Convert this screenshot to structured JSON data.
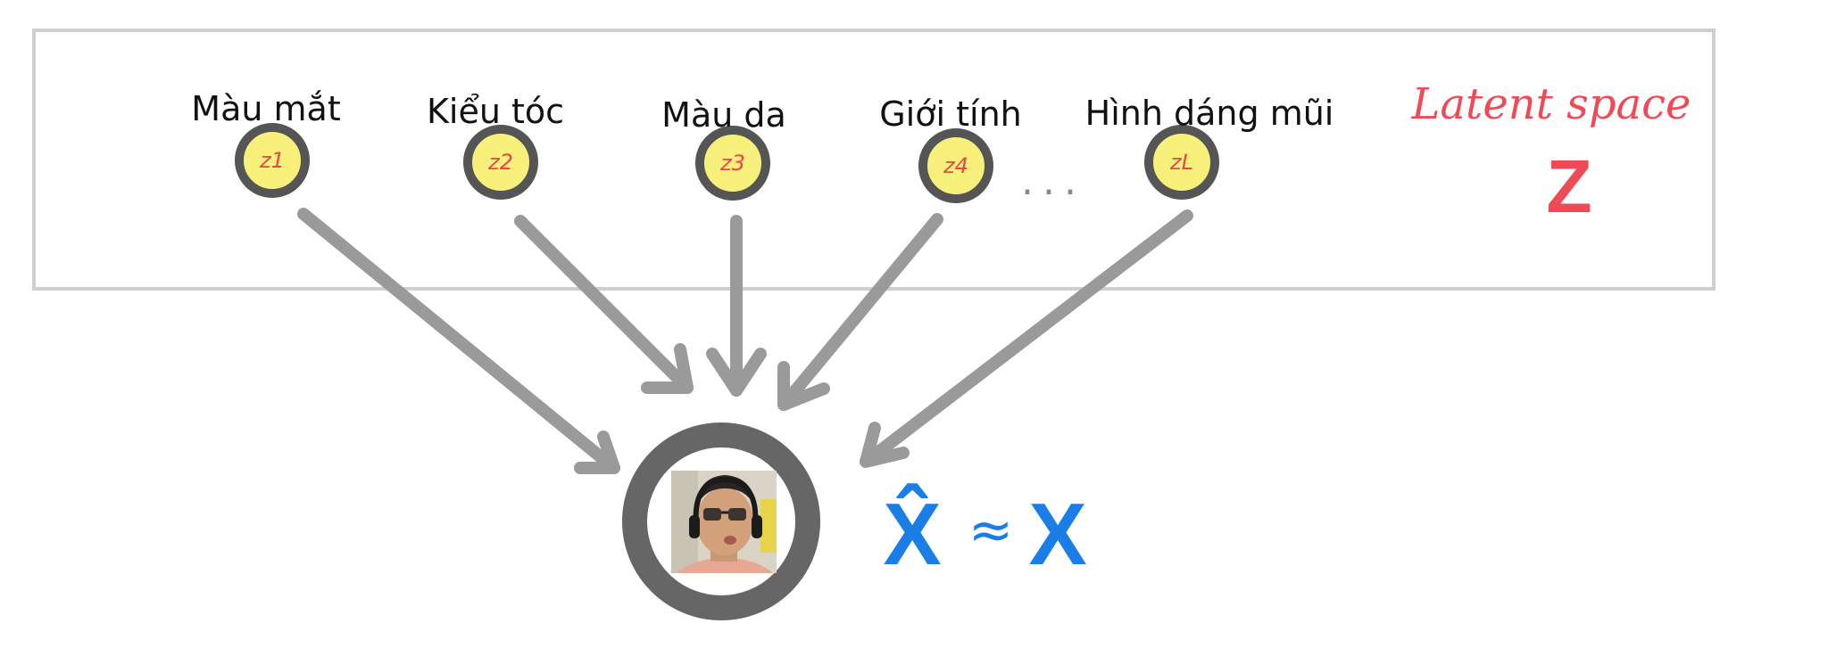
{
  "nodes": [
    {
      "label": "Màu mắt",
      "symbol": "z1"
    },
    {
      "label": "Kiểu tóc",
      "symbol": "z2"
    },
    {
      "label": "Màu da",
      "symbol": "z3"
    },
    {
      "label": "Giới tính",
      "symbol": "z4"
    },
    {
      "label": "Hình dáng mũi",
      "symbol": "zL"
    }
  ],
  "ellipsis": "...",
  "latent": {
    "title": "Latent space",
    "symbol": "Z"
  },
  "output": {
    "symbol": "X̂",
    "approx": "≈",
    "target": "X"
  },
  "colors": {
    "box_border": "#cfcfcf",
    "node_fill": "#f7f07a",
    "node_ring": "#555555",
    "arrow": "#9a9a9a",
    "red": "#ef4b57",
    "blue": "#1a7ee6"
  }
}
